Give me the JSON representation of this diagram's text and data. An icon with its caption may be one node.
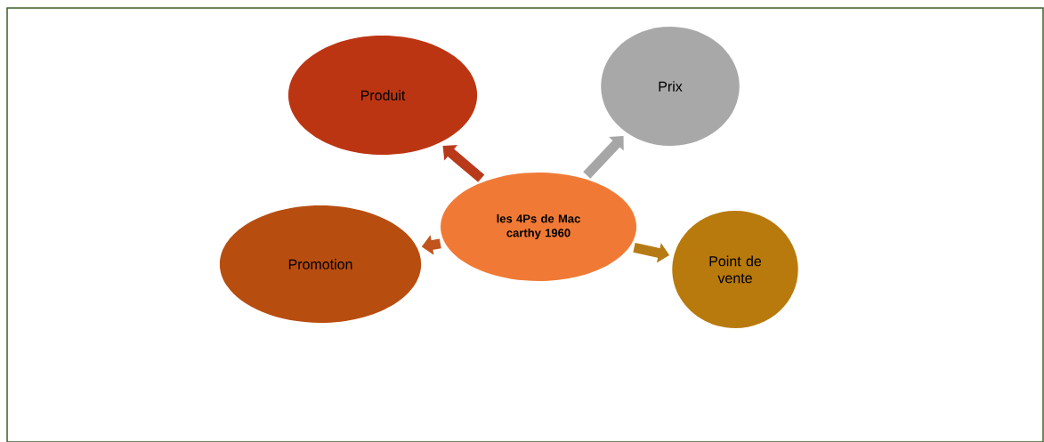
{
  "diagram": {
    "nodes": [
      {
        "text": [
          "les 4Ps de Mac carthy 1960"
        ]
      },
      {
        "text": [
          "Produit"
        ]
      },
      {
        "text": [
          "Prix"
        ]
      },
      {
        "text": [
          "Promotion"
        ]
      },
      {
        "text": [
          "Point de vente"
        ]
      }
    ],
    "edges": [
      {
        "from": 0,
        "to": 1,
        "arrow": "to",
        "color": "#b83a1a"
      },
      {
        "from": 0,
        "to": 2,
        "arrow": "to",
        "color": "#a6a6a6"
      },
      {
        "from": 0,
        "to": 3,
        "arrow": "to",
        "color": "#c0541c"
      },
      {
        "from": 0,
        "to": 4,
        "arrow": "to",
        "color": "#b67a14"
      }
    ]
  }
}
